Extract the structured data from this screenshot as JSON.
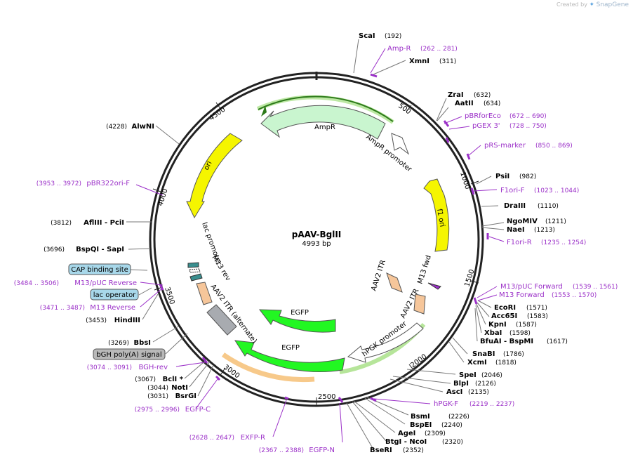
{
  "credit": {
    "created_by": "Created by",
    "brand": "SnapGene",
    "logo_glyph": "✦"
  },
  "plasmid": {
    "name": "pAAV-BglII",
    "length": "4993 bp"
  },
  "ticks": [
    "500",
    "1000",
    "1500",
    "2000",
    "2500",
    "3000",
    "3500",
    "4000",
    "4500"
  ],
  "sites": [
    {
      "name": "ScaI",
      "pos": "(192)"
    },
    {
      "name": "XmnI",
      "pos": "(311)"
    },
    {
      "name": "ZraI",
      "pos": "(632)"
    },
    {
      "name": "AatII",
      "pos": "(634)"
    },
    {
      "name": "PsiI",
      "pos": "(982)"
    },
    {
      "name": "DraIII",
      "pos": "(1110)"
    },
    {
      "name": "NgoMIV",
      "pos": "(1211)"
    },
    {
      "name": "NaeI",
      "pos": "(1213)"
    },
    {
      "name": "EcoRI",
      "pos": "(1571)"
    },
    {
      "name": "Acc65I",
      "pos": "(1583)"
    },
    {
      "name": "KpnI",
      "pos": "(1587)"
    },
    {
      "name": "XbaI",
      "pos": "(1598)"
    },
    {
      "name": "BfuAI - BspMI",
      "pos": "(1617)"
    },
    {
      "name": "SnaBI",
      "pos": "(1786)"
    },
    {
      "name": "XcmI",
      "pos": "(1818)"
    },
    {
      "name": "SpeI",
      "pos": "(2046)"
    },
    {
      "name": "BlpI",
      "pos": "(2126)"
    },
    {
      "name": "AscI",
      "pos": "(2135)"
    },
    {
      "name": "BsmI",
      "pos": "(2226)"
    },
    {
      "name": "BspEI",
      "pos": "(2240)"
    },
    {
      "name": "AgeI",
      "pos": "(2309)"
    },
    {
      "name": "BtgI - NcoI",
      "pos": "(2320)"
    },
    {
      "name": "BseRI",
      "pos": "(2352)"
    },
    {
      "name": "BsrGI",
      "pos": "(3031)"
    },
    {
      "name": "NotI",
      "pos": "(3044)"
    },
    {
      "name": "BclI *",
      "pos": "(3067)"
    },
    {
      "name": "BbsI",
      "pos": "(3269)"
    },
    {
      "name": "HindIII",
      "pos": "(3453)"
    },
    {
      "name": "BspQI - SapI",
      "pos": "(3696)"
    },
    {
      "name": "AflIII - PciI",
      "pos": "(3812)"
    },
    {
      "name": "AlwNI",
      "pos": "(4228)"
    }
  ],
  "primers": [
    {
      "name": "Amp-R",
      "range": "(262 .. 281)"
    },
    {
      "name": "pBRforEco",
      "range": "(672 .. 690)"
    },
    {
      "name": "pGEX 3'",
      "range": "(728 .. 750)"
    },
    {
      "name": "pRS-marker",
      "range": "(850 .. 869)"
    },
    {
      "name": "F1ori-F",
      "range": "(1023 .. 1044)"
    },
    {
      "name": "F1ori-R",
      "range": "(1235 .. 1254)"
    },
    {
      "name": "M13/pUC Forward",
      "range": "(1539 .. 1561)"
    },
    {
      "name": "M13 Forward",
      "range": "(1553 .. 1570)"
    },
    {
      "name": "hPGK-F",
      "range": "(2219 .. 2237)"
    },
    {
      "name": "EGFP-N",
      "range": "(2367 .. 2388)"
    },
    {
      "name": "EXFP-R",
      "range": "(2628 .. 2647)"
    },
    {
      "name": "EGFP-C",
      "range": "(2975 .. 2996)"
    },
    {
      "name": "BGH-rev",
      "range": "(3074 .. 3091)"
    },
    {
      "name": "M13 Reverse",
      "range": "(3471 .. 3487)"
    },
    {
      "name": "M13/pUC Reverse",
      "range": "(3484 .. 3506)"
    },
    {
      "name": "pBR322ori-F",
      "range": "(3953 .. 3972)"
    }
  ],
  "features": {
    "ampr": "AmpR",
    "ampr_promoter": "AmpR promoter",
    "f1_ori": "f1 ori",
    "aav2_itr": "AAV2 ITR",
    "m13_fwd": "M13 fwd",
    "hpgk_promoter": "hPGK promoter",
    "egfp_inner": "EGFP",
    "egfp_outer": "EGFP",
    "aav2_itr_alt": "AAV2 ITR (alternate)",
    "m13_rev": "M13 rev",
    "lac_promoter": "lac promoter",
    "ori": "ori"
  },
  "boxed_features": {
    "cap_binding_site": "CAP binding site",
    "lac_operator": "lac operator",
    "bgh_polya": "bGH poly(A) signal"
  },
  "colors": {
    "ampr": "#c9f5cf",
    "ori": "#f5f500",
    "egfp": "#22f722",
    "itr": "#f6c69a",
    "itr_alt": "#a8abb0",
    "promoter": "#ffffff",
    "primer": "#9b30c8",
    "cap_box": "#a8d8ea",
    "bgh_box": "#b9b9b9",
    "highlight_green": "#b6e59a",
    "highlight_orange": "#f7c98a"
  }
}
